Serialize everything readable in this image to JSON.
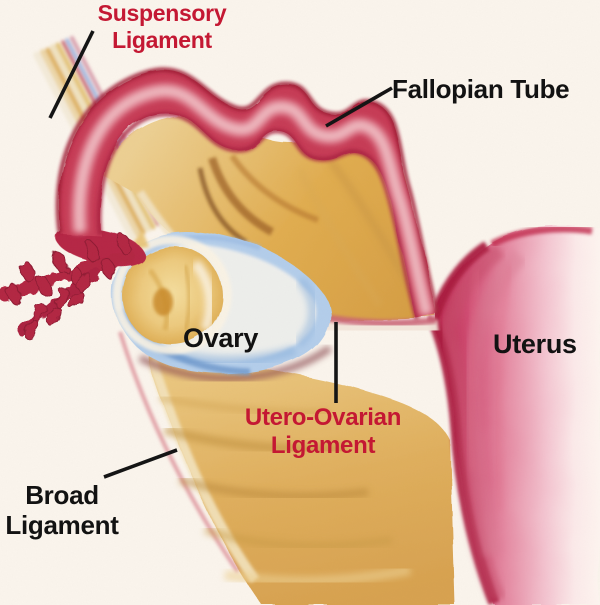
{
  "labels": {
    "suspensory": {
      "line1": "Suspensory",
      "line2": "Ligament"
    },
    "fallopian": {
      "text": "Fallopian Tube"
    },
    "ovary": {
      "text": "Ovary"
    },
    "uterus": {
      "text": "Uterus"
    },
    "utero_ovarian": {
      "line1": "Utero-Ovarian",
      "line2": "Ligament"
    },
    "broad": {
      "line1": "Broad",
      "line2": "Ligament"
    }
  },
  "colors": {
    "background": "#faf4ec",
    "label_red": "#c41833",
    "label_black": "#121212",
    "leader_black": "#151515",
    "tube_red": "#c63a54",
    "tube_dark": "#9f1b35",
    "fimbriae_red": "#b22743",
    "mesosalpinx_tan": "#e3b269",
    "broad_ligament_tan": "#ddab58",
    "ovary_blue": "#a9c7e8",
    "follicle_tan": "#ecc97d",
    "uterus_pink": "#d9608011",
    "uterus_dark_edge": "#aa1e3f"
  }
}
